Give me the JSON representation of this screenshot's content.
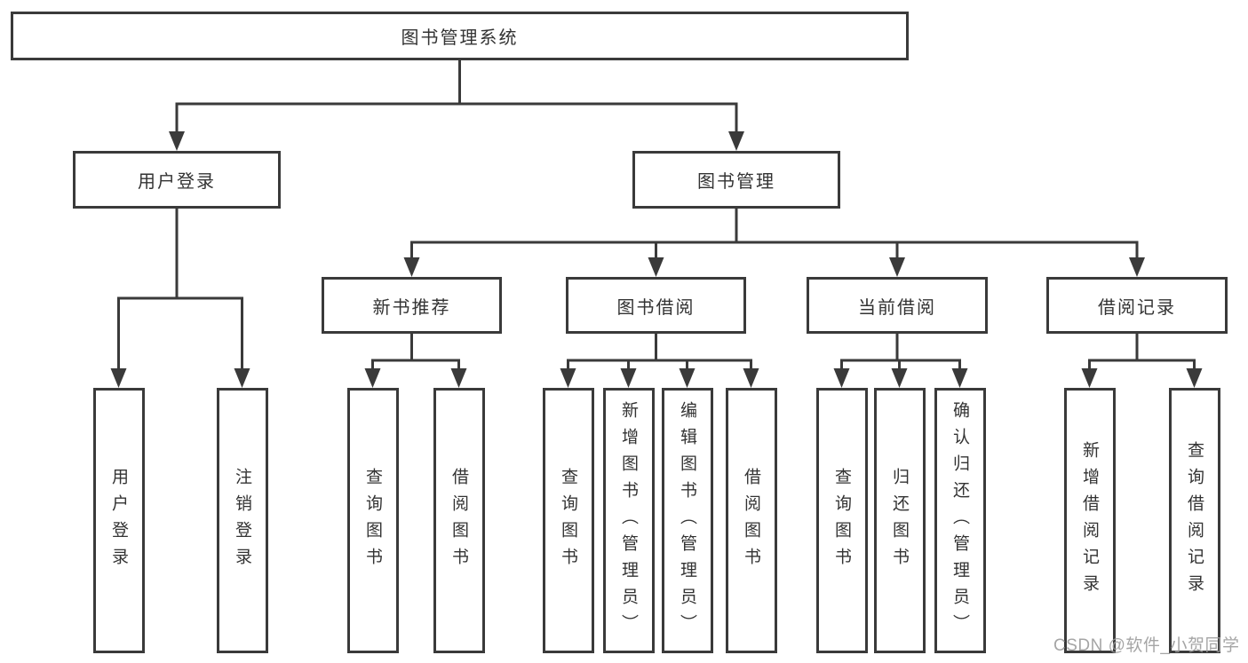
{
  "diagram_type": "hierarchical-function-structure-tree",
  "colors": {
    "background": "#ffffff",
    "line": "#3a3a3a",
    "box_border": "#3a3a3a",
    "text": "#333333",
    "watermark": "#9b9b9b"
  },
  "nodes": {
    "root": "图书管理系统",
    "level2": {
      "user_login": "用户登录",
      "book_management": "图书管理"
    },
    "level3": {
      "new_book_recommend": "新书推荐",
      "book_borrowing": "图书借阅",
      "current_borrowing": "当前借阅",
      "borrowing_records": "借阅记录"
    },
    "level4": {
      "user_login_children": [
        "用户登录",
        "注销登录"
      ],
      "new_book_recommend_children": [
        "查询图书",
        "借阅图书"
      ],
      "book_borrowing_children": [
        "查询图书",
        "新增图书（管理员）",
        "编辑图书（管理员）",
        "借阅图书"
      ],
      "current_borrowing_children": [
        "查询图书",
        "归还图书",
        "确认归还（管理员）"
      ],
      "borrowing_records_children": [
        "新增借阅记录",
        "查询借阅记录"
      ]
    }
  },
  "watermark": "CSDN @软件_小贺同学"
}
